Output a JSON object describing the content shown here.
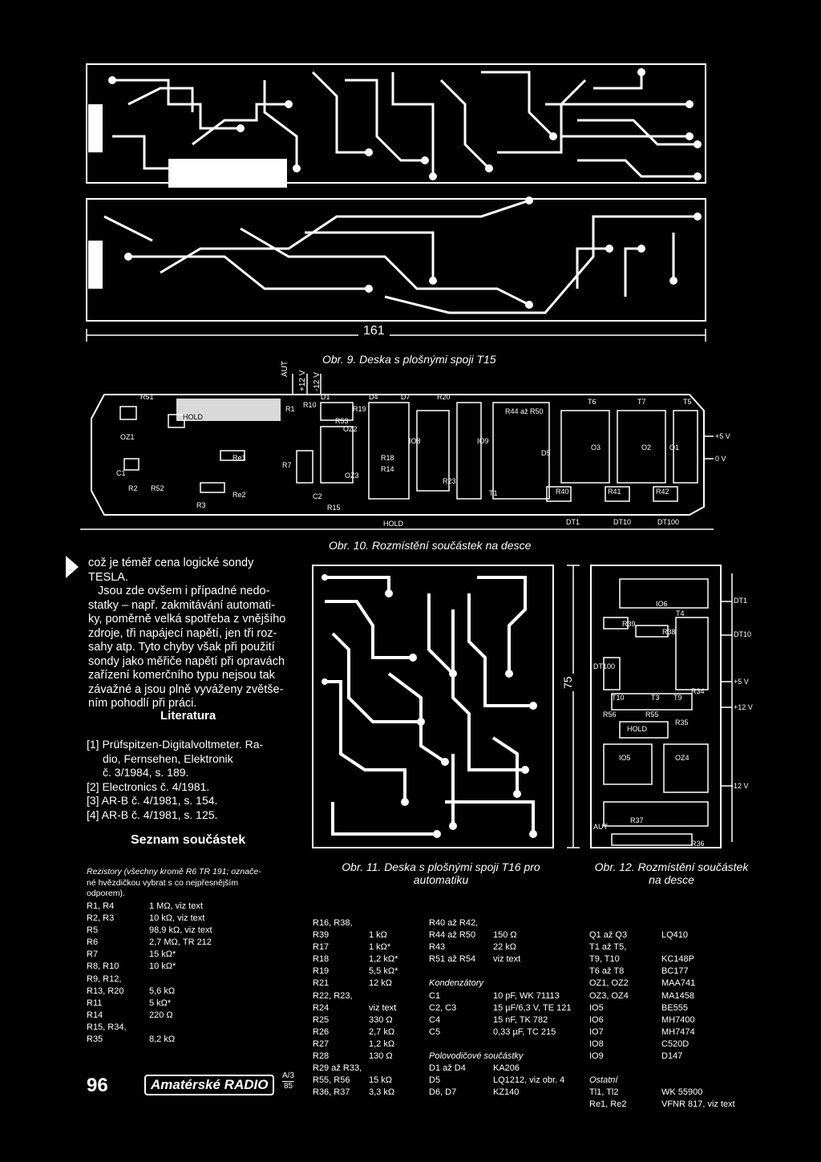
{
  "captions": {
    "fig9": "Obr. 9. Deska s plošnými spoji T15",
    "fig10": "Obr. 10. Rozmístění součástek na desce",
    "fig11": "Obr. 11. Deska s plošnými spoji T16 pro automatiku",
    "fig12": "Obr. 12. Rozmístění součástek na desce"
  },
  "fig9": {
    "dimension": "161"
  },
  "fig10": {
    "top_labels": [
      "AUT",
      "+12 V",
      "-12 V"
    ],
    "labels": [
      "R51",
      "HOLD",
      "OZ1",
      "R52",
      "C1",
      "R2",
      "R3",
      "Re1",
      "Re2",
      "R1",
      "R7",
      "R10",
      "D1",
      "D4",
      "D7",
      "R20",
      "R44 až R50",
      "R53",
      "R19",
      "OZ2",
      "IO8",
      "IO9",
      "R18",
      "R14",
      "OZ3",
      "R15",
      "C2",
      "R23",
      "D5",
      "T1",
      "T6",
      "T7",
      "T5",
      "O3",
      "O2",
      "O1",
      "R40",
      "R41",
      "R42"
    ],
    "right_labels": [
      "+5 V",
      "0 V"
    ],
    "bottom_labels": [
      "HOLD",
      "DT1",
      "DT10",
      "DT100"
    ]
  },
  "fig11": {
    "dimension": "75"
  },
  "fig12": {
    "side_labels": [
      "DT1",
      "DT10",
      "+5 V",
      "+12 V",
      "-12 V"
    ],
    "labels": [
      "IO6",
      "T4",
      "R39",
      "R38",
      "DT100",
      "T10",
      "T3",
      "T9",
      "R34",
      "R56",
      "R55",
      "R35",
      "HOLD",
      "IO5",
      "OZ4",
      "R37",
      "R36",
      "AUT"
    ]
  },
  "body": {
    "paragraph1": [
      "což je téměř cena logické sondy",
      "TESLA.",
      "Jsou zde ovšem i případné nedo-",
      "statky – např. zakmitávání automati-",
      "ky, poměrně velká spotřeba z vnějšího",
      "zdroje, tři napájecí napětí, jen tři roz-",
      "sahy atp. Tyto chyby však při použití",
      "sondy jako měřiče napětí při opravách",
      "zařízení komerčního typu nejsou tak",
      "závažné a jsou plně vyváženy zvětše-",
      "ním pohodlí při práci."
    ],
    "literature_heading": "Literatura",
    "references": [
      "[1] Prüfspitzen-Digitalvoltmeter. Ra-",
      "dio, Fernsehen, Elektronik",
      "č. 3/1984, s. 189.",
      "[2] Electronics č. 4/1981.",
      "[3] AR-B č. 4/1981, s. 154.",
      "[4] AR-B č. 4/1981, s. 125."
    ],
    "parts_heading": "Seznam součástek",
    "resistor_intro": [
      "Rezistory (všechny kromě R6 TR 191; označe-",
      "né hvězdičkou vybrat s co nejpřesnějším",
      "odporem)."
    ]
  },
  "parts": {
    "col1": [
      [
        "R1, R4",
        "1 MΩ, viz text"
      ],
      [
        "R2, R3",
        "10 kΩ, viz text"
      ],
      [
        "R5",
        "98,9 kΩ, viz text"
      ],
      [
        "R6",
        "2,7 MΩ, TR 212"
      ],
      [
        "R7",
        "15 kΩ*"
      ],
      [
        "R8, R10",
        "10 kΩ*"
      ],
      [
        "R9, R12,",
        ""
      ],
      [
        "R13, R20",
        "5,6 kΩ"
      ],
      [
        "R11",
        "5 kΩ*"
      ],
      [
        "R14",
        "220 Ω"
      ],
      [
        "R15, R34,",
        ""
      ],
      [
        "R35",
        "8,2 kΩ"
      ]
    ],
    "col2": [
      [
        "R16, R38,",
        ""
      ],
      [
        "R39",
        "1 kΩ"
      ],
      [
        "R17",
        "1 kΩ*"
      ],
      [
        "R18",
        "1,2 kΩ*"
      ],
      [
        "R19",
        "5,5 kΩ*"
      ],
      [
        "R21",
        "12 kΩ"
      ],
      [
        "R22, R23,",
        ""
      ],
      [
        "R24",
        "viz text"
      ],
      [
        "R25",
        "330 Ω"
      ],
      [
        "R26",
        "2,7 kΩ"
      ],
      [
        "R27",
        "1,2 kΩ"
      ],
      [
        "R28",
        "130 Ω"
      ],
      [
        "R29 až R33,",
        ""
      ],
      [
        "R55, R56",
        "15 kΩ"
      ],
      [
        "R36, R37",
        "3,3 kΩ"
      ]
    ],
    "col3": [
      [
        "R40 až R42,",
        ""
      ],
      [
        "R44 až R50",
        "150 Ω"
      ],
      [
        "R43",
        "22 kΩ"
      ],
      [
        "R51 až R54",
        "viz text"
      ],
      [
        "",
        ""
      ],
      [
        "Kondenzátory",
        ""
      ],
      [
        "C1",
        "10 pF, WK 71113"
      ],
      [
        "C2, C3",
        "15 µF/6,3 V, TE 121"
      ],
      [
        "C4",
        "15 nF, TK 782"
      ],
      [
        "C5",
        "0,33 µF, TC 215"
      ],
      [
        "",
        ""
      ],
      [
        "Polovodičové součástky",
        ""
      ],
      [
        "D1 až D4",
        "KA206"
      ],
      [
        "D5",
        "LQ1212, viz obr. 4"
      ],
      [
        "D6, D7",
        "KZ140"
      ]
    ],
    "col4": [
      [
        "",
        ""
      ],
      [
        "Q1 až Q3",
        "LQ410"
      ],
      [
        "T1 až T5,",
        ""
      ],
      [
        "T9, T10",
        "KC148P"
      ],
      [
        "T6 až T8",
        "BC177"
      ],
      [
        "OZ1, OZ2",
        "MAA741"
      ],
      [
        "OZ3, OZ4",
        "MA1458"
      ],
      [
        "IO5",
        "BE555"
      ],
      [
        "IO6",
        "MH7400"
      ],
      [
        "IO7",
        "MH7474"
      ],
      [
        "IO8",
        "C520D"
      ],
      [
        "IO9",
        "D147"
      ],
      [
        "",
        ""
      ],
      [
        "Ostatní",
        ""
      ],
      [
        "Tl1, Tl2",
        "WK 55900"
      ],
      [
        "Re1, Re2",
        "VFNR 817, viz text"
      ]
    ]
  },
  "footer": {
    "page_number": "96",
    "logo": "Amatérské RADIO",
    "issue": "A/3",
    "year": "85"
  }
}
